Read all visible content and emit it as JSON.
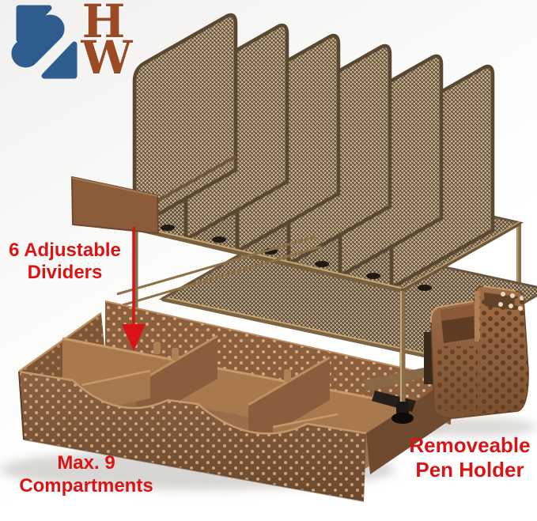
{
  "colors": {
    "accent-red": "#d81414",
    "logo-blue": "#2e5c8c",
    "logo-brown": "#9c4a26",
    "mesh-bronze": "#8a6c49",
    "drawer-brown": "#96694a",
    "pen-holder-brown": "#9d6b45",
    "background": "#ffffff"
  },
  "logo": {
    "text": "SHW",
    "letter_h": "H",
    "letter_w": "W"
  },
  "annotations": {
    "adjustable_dividers": {
      "line1": "6 Adjustable",
      "line2": "Dividers"
    },
    "max_compartments": {
      "line1": "Max. 9",
      "line2": "Compartments"
    },
    "removeable_pen_holder": {
      "line1": "Removeable",
      "line2": "Pen Holder"
    }
  }
}
